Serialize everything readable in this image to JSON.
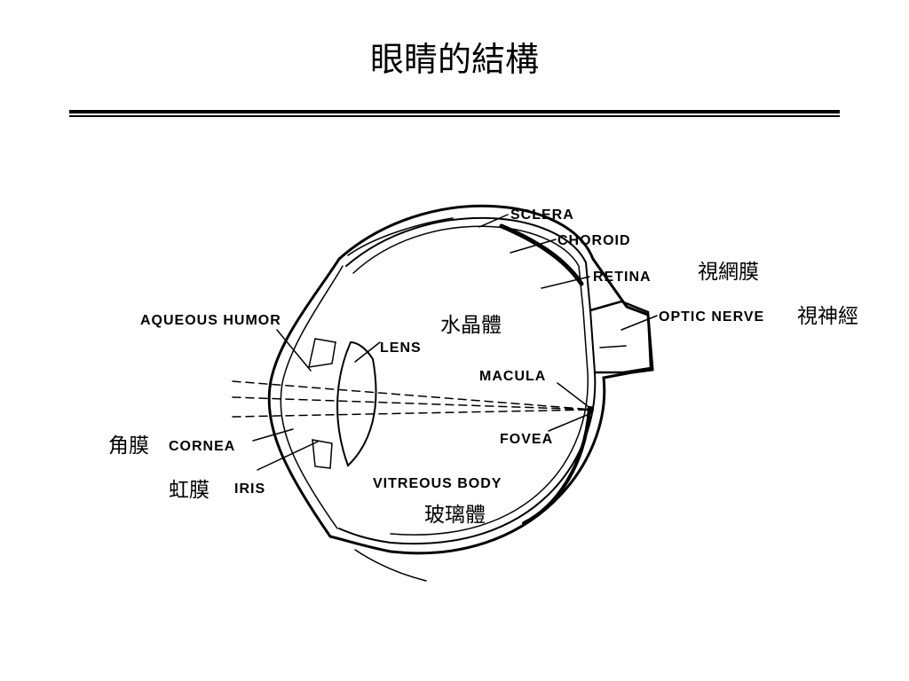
{
  "title": "眼睛的結構",
  "labels": {
    "sclera": "SCLERA",
    "choroid": "CHOROID",
    "retina": "RETINA",
    "optic_nerve": "OPTIC NERVE",
    "aqueous_humor": "AQUEOUS HUMOR",
    "lens": "LENS",
    "macula": "MACULA",
    "fovea": "FOVEA",
    "cornea": "CORNEA",
    "iris": "IRIS",
    "vitreous_body": "VITREOUS BODY"
  },
  "chinese_labels": {
    "retina": "視網膜",
    "optic_nerve": "視神經",
    "lens": "水晶體",
    "cornea": "角膜",
    "iris": "虹膜",
    "vitreous_body": "玻璃體"
  }
}
